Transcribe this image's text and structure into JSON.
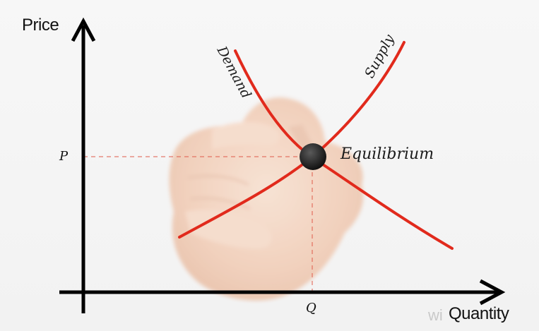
{
  "diagram": {
    "y_axis_label": "Price",
    "x_axis_label": "Quantity",
    "price_tick": "P",
    "quantity_tick": "Q",
    "demand_label": "Demand",
    "supply_label": "Supply",
    "equilibrium_label": "Equilibrium",
    "watermark": "wi",
    "colors": {
      "curve": "#e12a1c",
      "axis": "#000000",
      "guide": "#e05a4a",
      "point": "#1a1a1a",
      "hand": "#f3d7c4"
    }
  }
}
